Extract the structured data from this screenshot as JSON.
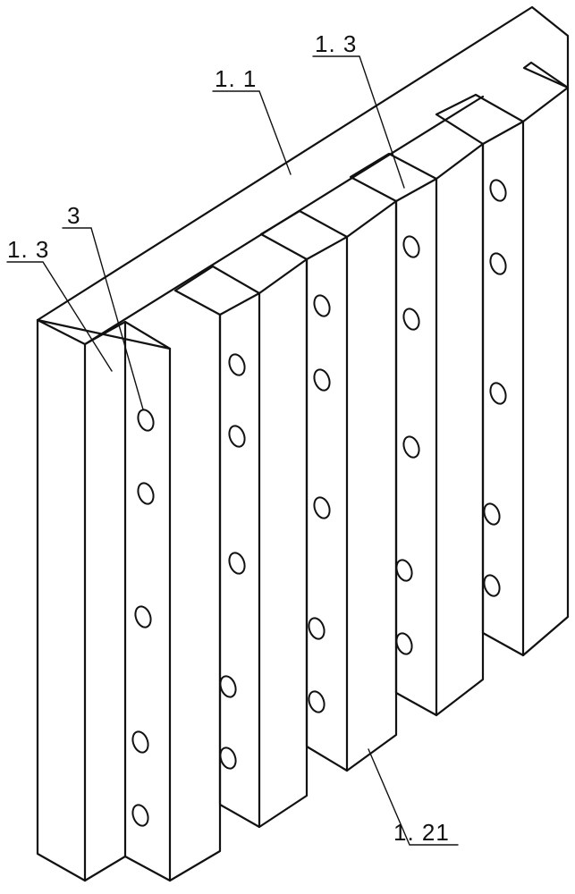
{
  "labels": {
    "l1": "1. 3",
    "l2": "3",
    "l3": "1. 1",
    "l4": "1. 3",
    "l5": "1. 21"
  }
}
